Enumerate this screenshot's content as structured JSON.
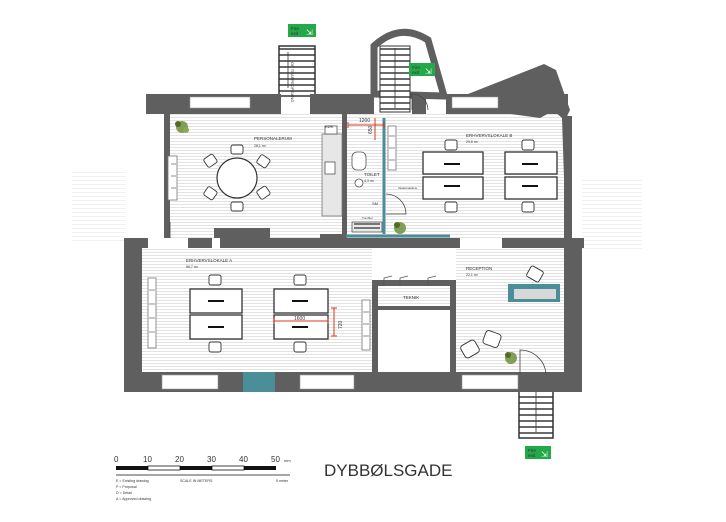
{
  "rooms": {
    "personalerum": {
      "name": "PERSONALERUM",
      "area": "28,1 m²"
    },
    "erhverv_b": {
      "name": "ERHVERVSLOKALE B",
      "area": "29,6 m²"
    },
    "erhverv_a": {
      "name": "ERHVERVSLOKALE A",
      "area": "56,7 m²"
    },
    "reception": {
      "name": "RECEPTION",
      "area": "22,1 m²"
    },
    "toilet": {
      "name": "TOILET",
      "area": "4,3 m²"
    },
    "teknik": {
      "name": "TEKNIK"
    },
    "kok": {
      "name": "KØK"
    },
    "sm": {
      "name": "SM"
    },
    "vaskemaskine": {
      "name": "Vaskemaskine"
    },
    "tumbler": {
      "name": "Tumbler"
    },
    "stair_label": {
      "name": "OP TRAPPEOPGANG"
    }
  },
  "dimensions": {
    "d1200": "1200",
    "d650": "650",
    "d1600": "1600",
    "d720": "720"
  },
  "fire_exit": {
    "line1": "Fire",
    "line2": "exit"
  },
  "street_name": "DYBBØLSGADE",
  "scale_bar": {
    "ticks": [
      "0",
      "10",
      "20",
      "30",
      "40",
      "50"
    ],
    "unit": "mm",
    "caption": "SCALE IN METERS",
    "meter_label": "5 meter"
  },
  "legend": [
    "E = Existing drawing",
    "P = Proposal",
    "D = Detail",
    "A = Approved drawing"
  ],
  "colors": {
    "wall": "#5f5f5f",
    "accent_teal": "#4a8e98",
    "dimension_red": "#d9381e",
    "fire_exit_green": "#23a84a",
    "floor_hatch": "#d7d7d7",
    "plant_green": "#6f8f3a"
  }
}
